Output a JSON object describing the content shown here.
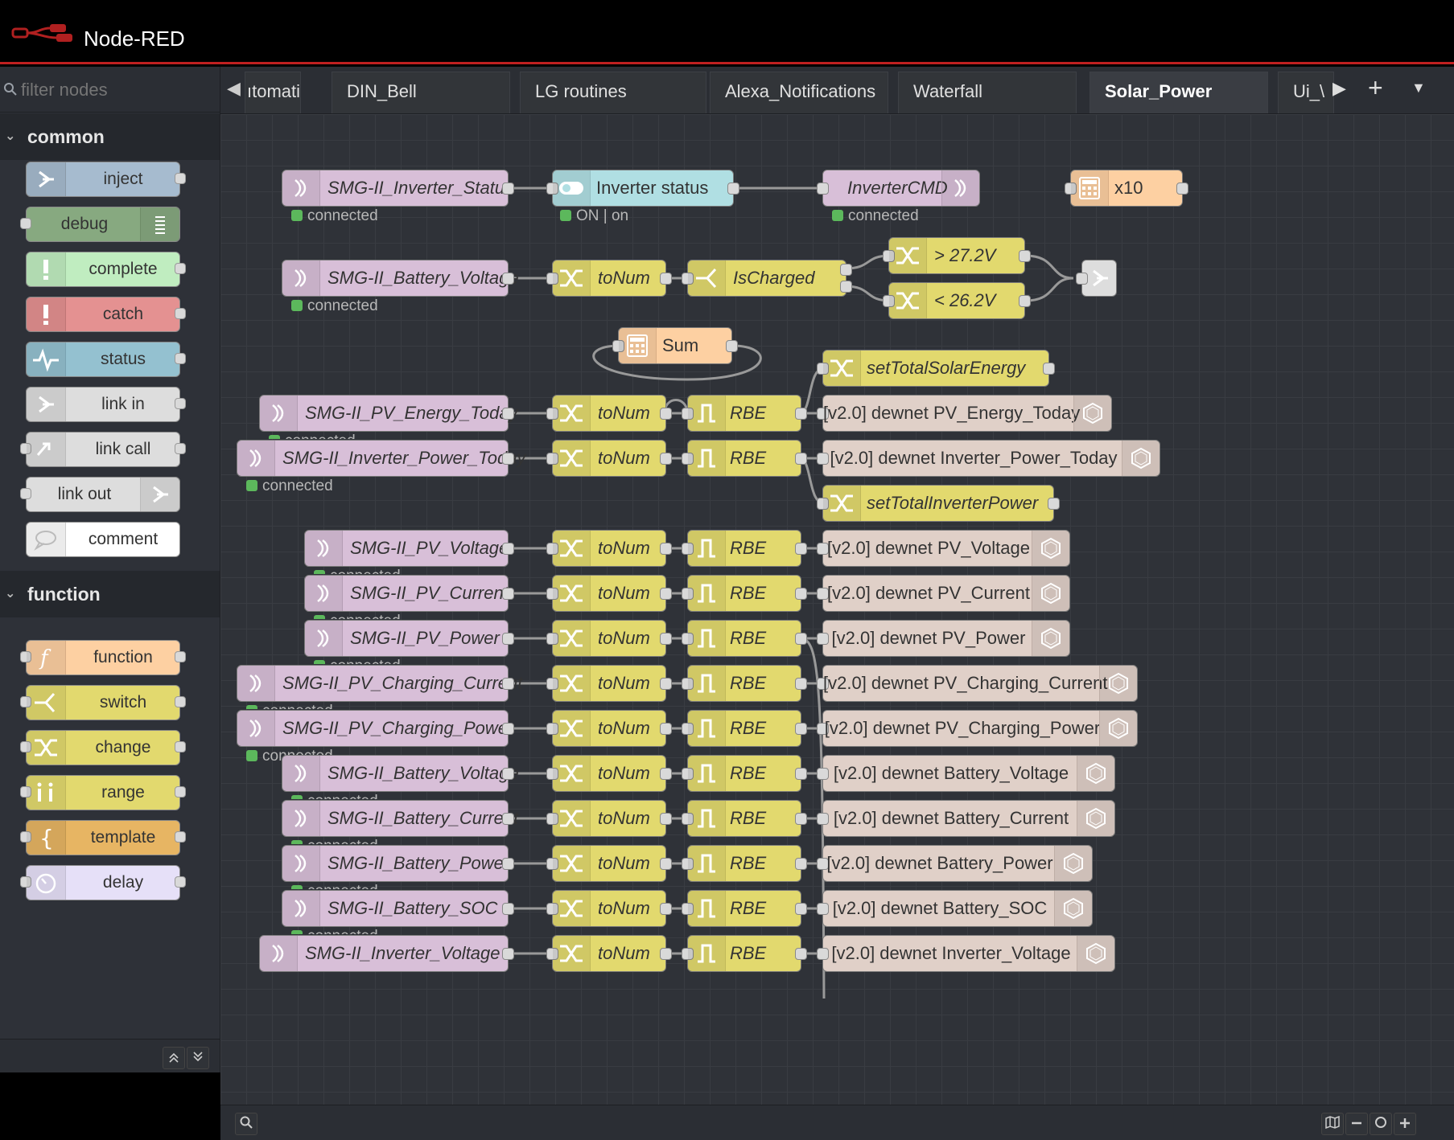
{
  "app": {
    "title": "Node-RED"
  },
  "palette": {
    "filter_placeholder": "filter nodes",
    "categories": [
      {
        "name": "common",
        "nodes": [
          "inject",
          "debug",
          "complete",
          "catch",
          "status",
          "link in",
          "link call",
          "link out",
          "comment"
        ]
      },
      {
        "name": "function",
        "nodes": [
          "function",
          "switch",
          "change",
          "range",
          "template",
          "delay"
        ]
      }
    ]
  },
  "tabs": [
    "ıtomatika",
    "DIN_Bell",
    "LG routines",
    "Alexa_Notifications",
    "Waterfall",
    "Solar_Power",
    "Ui_\\"
  ],
  "colors": {
    "mqtt": "#d8bfd8",
    "ui": "#b0dfe3",
    "change": "#e2d96e",
    "function": "#fdd0a2",
    "dewnet": "#e0d0c8",
    "inject": "#a6bbcf",
    "debug": "#87a980",
    "complete": "#c0edc0",
    "catch": "#e49191",
    "link": "#dddddd",
    "template": "#e7b563",
    "delay": "#e6e0f8"
  },
  "nodes": {
    "inverter_status_in": "SMG-II_Inverter_Status",
    "inverter_status_ui": "Inverter status",
    "inverter_cmd": "InverterCMD",
    "x10": "x10",
    "battery_voltage_in": "SMG-II_Battery_Voltage",
    "tonum": "toNum",
    "ischarged": "IsCharged",
    "gt": "> 27.2V",
    "lt": "< 26.2V",
    "sum": "Sum",
    "set_total_solar": "setTotalSolarEnergy",
    "set_total_inverter": "setTotalInverterPower",
    "rbe": "RBE",
    "rows": [
      {
        "in": "SMG-II_PV_Energy_Today",
        "out": "[v2.0] dewnet PV_Energy_Today"
      },
      {
        "in": "SMG-II_Inverter_Power_Today",
        "out": "[v2.0] dewnet Inverter_Power_Today"
      },
      {
        "in": "SMG-II_PV_Voltage",
        "out": "[v2.0] dewnet PV_Voltage"
      },
      {
        "in": "SMG-II_PV_Current",
        "out": "[v2.0] dewnet PV_Current"
      },
      {
        "in": "SMG-II_PV_Power",
        "out": "[v2.0] dewnet PV_Power"
      },
      {
        "in": "SMG-II_PV_Charging_Current",
        "out": "[v2.0] dewnet PV_Charging_Current"
      },
      {
        "in": "SMG-II_PV_Charging_Power",
        "out": "[v2.0] dewnet PV_Charging_Power"
      },
      {
        "in": "SMG-II_Battery_Voltage",
        "out": "[v2.0] dewnet Battery_Voltage"
      },
      {
        "in": "SMG-II_Battery_Current",
        "out": "[v2.0] dewnet Battery_Current"
      },
      {
        "in": "SMG-II_Battery_Power",
        "out": "[v2.0] dewnet Battery_Power"
      },
      {
        "in": "SMG-II_Battery_SOC",
        "out": "[v2.0] dewnet Battery_SOC"
      },
      {
        "in": "SMG-II_Inverter_Voltage",
        "out": "[v2.0] dewnet Inverter_Voltage"
      }
    ]
  },
  "status": {
    "connected": "connected",
    "on": "ON | on"
  }
}
